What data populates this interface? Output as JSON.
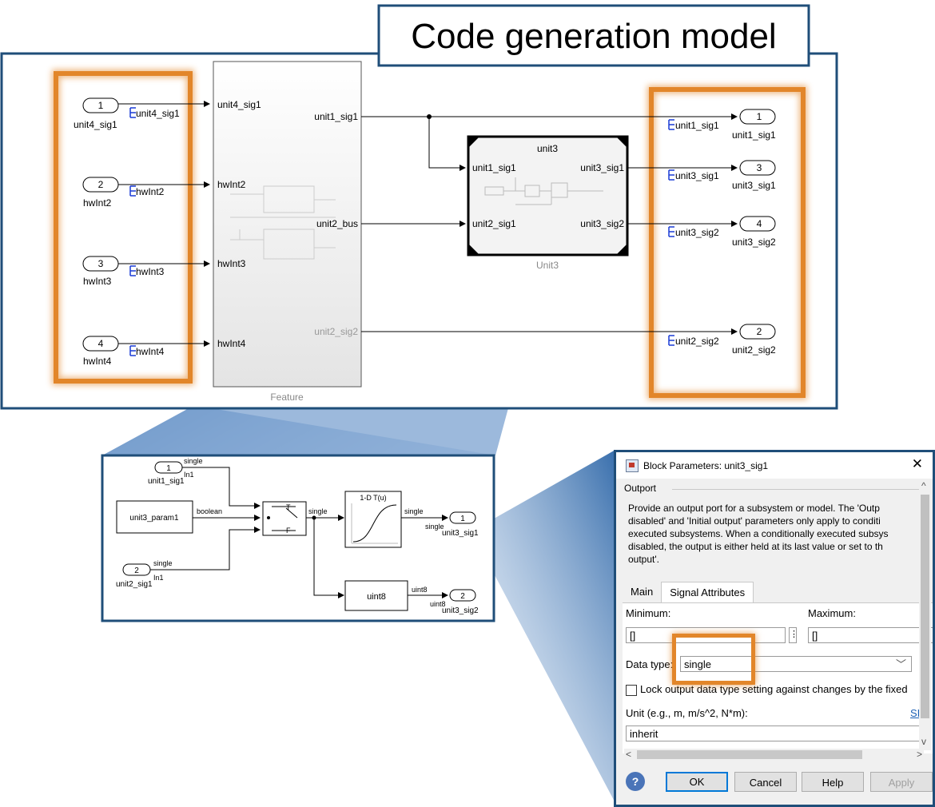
{
  "title": "Code generation model",
  "colors": {
    "frame": "#1f4e79",
    "highlight": "#e2862a",
    "callout": "#5b8bc4"
  },
  "model": {
    "inports": [
      {
        "num": "1",
        "name": "unit4_sig1",
        "signal": "unit4_sig1"
      },
      {
        "num": "2",
        "name": "hwInt2",
        "signal": "hwInt2"
      },
      {
        "num": "3",
        "name": "hwInt3",
        "signal": "hwInt3"
      },
      {
        "num": "4",
        "name": "hwInt4",
        "signal": "hwInt4"
      }
    ],
    "feature": {
      "label": "Feature",
      "in_ports": [
        "unit4_sig1",
        "hwInt2",
        "hwInt3",
        "hwInt4"
      ],
      "out_ports": [
        "unit1_sig1",
        "unit2_bus",
        "unit2_sig2"
      ]
    },
    "unit3": {
      "title": "unit3",
      "label": "Unit3",
      "in_ports": [
        "unit1_sig1",
        "unit2_sig1"
      ],
      "out_ports": [
        "unit3_sig1",
        "unit3_sig2"
      ]
    },
    "outports": [
      {
        "num": "1",
        "name": "unit1_sig1",
        "signal": "unit1_sig1"
      },
      {
        "num": "3",
        "name": "unit3_sig1",
        "signal": "unit3_sig1"
      },
      {
        "num": "4",
        "name": "unit3_sig2",
        "signal": "unit3_sig2"
      },
      {
        "num": "2",
        "name": "unit2_sig2",
        "signal": "unit2_sig2"
      }
    ]
  },
  "detail": {
    "in1": {
      "num": "1",
      "name": "unit1_sig1",
      "type": "single",
      "port": "In1"
    },
    "in2": {
      "num": "2",
      "name": "unit2_sig1",
      "type": "single",
      "port": "In1"
    },
    "param": "unit3_param1",
    "param_type": "boolean",
    "switch_true": "T",
    "switch_false": "F",
    "switch_out": "single",
    "lookup": "1-D T(u)",
    "lookup_out": "single",
    "cast": "uint8",
    "cast_out": "uint8",
    "out1": {
      "num": "1",
      "name": "unit3_sig1",
      "type": "single"
    },
    "out2": {
      "num": "2",
      "name": "unit3_sig2",
      "type": "uint8"
    }
  },
  "dialog": {
    "title": "Block Parameters: unit3_sig1",
    "section": "Outport",
    "description": [
      "Provide an output port for a subsystem or model.  The 'Outp",
      "disabled' and 'Initial output' parameters only apply to conditi",
      "executed subsystems. When a conditionally executed subsys",
      "disabled, the output is either held at its last value or set to th",
      "output'."
    ],
    "tabs": [
      "Main",
      "Signal Attributes"
    ],
    "min_label": "Minimum:",
    "max_label": "Maximum:",
    "min_value": "[]",
    "max_value": "[]",
    "dtype_label": "Data type:",
    "dtype_value": "single",
    "lock_label": "Lock output data type setting against changes by the fixed",
    "unit_label": "Unit (e.g., m, m/s^2, N*m):",
    "unit_link": "SI",
    "unit_value": "inherit",
    "buttons": {
      "ok": "OK",
      "cancel": "Cancel",
      "help": "Help",
      "apply": "Apply"
    }
  }
}
